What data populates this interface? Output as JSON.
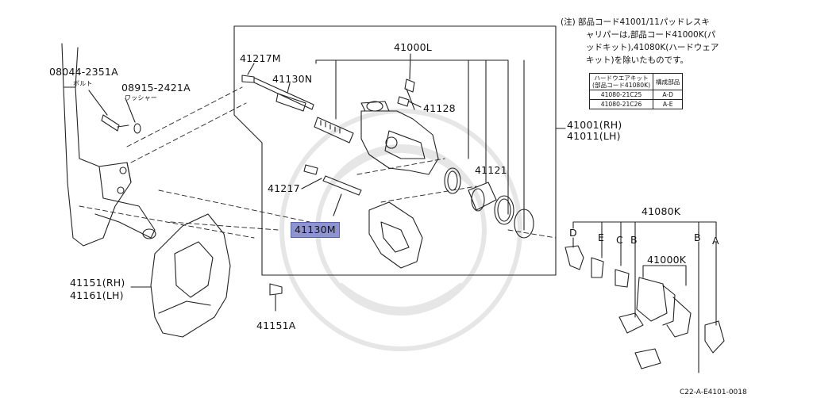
{
  "labels": {
    "p08044": "08044-2351A",
    "p08044_sub": "ボルト",
    "p08915": "08915-2421A",
    "p08915_sub": "ワッシャー",
    "p41217M": "41217M",
    "p41130N": "41130N",
    "p41000L": "41000L",
    "p41128": "41128",
    "p41001": "41001(RH)",
    "p41011": "41011(LH)",
    "p41121": "41121",
    "p41217": "41217",
    "p41130M": "41130M",
    "p41080K": "41080K",
    "p41000K": "41000K",
    "p41151": "41151(RH)",
    "p41161": "41161(LH)",
    "p41151A": "41151A",
    "letter_D": "D",
    "letter_E": "E",
    "letter_C": "C",
    "letter_B1": "B",
    "letter_B2": "B",
    "letter_A": "A"
  },
  "note": {
    "line1": "(注) 部品コード41001/11パッドレスキ",
    "line2": "ャリパーは,部品コード41000K(パ",
    "line3": "ッドキット),41080K(ハードウェア",
    "line4": "キット)を除いたものです。"
  },
  "kit_table": {
    "header_col1_line1": "ハードウエアキット",
    "header_col1_line2": "(部品コード41080K)",
    "header_col2": "構成部品",
    "rows": [
      {
        "code": "41080-21C25",
        "parts": "A-D"
      },
      {
        "code": "41080-21C26",
        "parts": "A-E"
      }
    ]
  },
  "footer": "C22-A-E4101-0018",
  "colors": {
    "highlight": "#8e94cf",
    "line": "#222222",
    "watermark": "#e6e6e6"
  }
}
